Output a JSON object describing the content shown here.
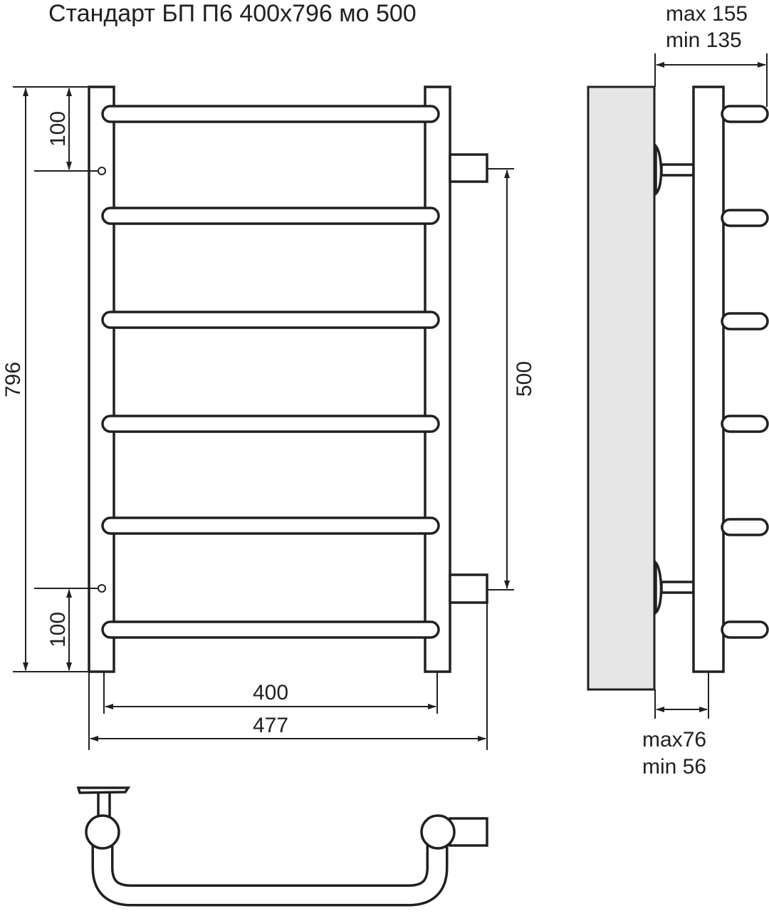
{
  "title": "Стандарт БП П6 400х796 мо 500",
  "dimensions": {
    "height_total": "796",
    "top_offset": "100",
    "bottom_offset": "100",
    "center_distance": "500",
    "width_axes": "400",
    "width_total": "477",
    "depth_max": "max 155",
    "depth_min": "min 135",
    "wall_gap_max": "max76",
    "wall_gap_min": "min 56"
  },
  "colors": {
    "line": "#231f20",
    "wall": "#e6e6e6",
    "background": "#ffffff"
  }
}
